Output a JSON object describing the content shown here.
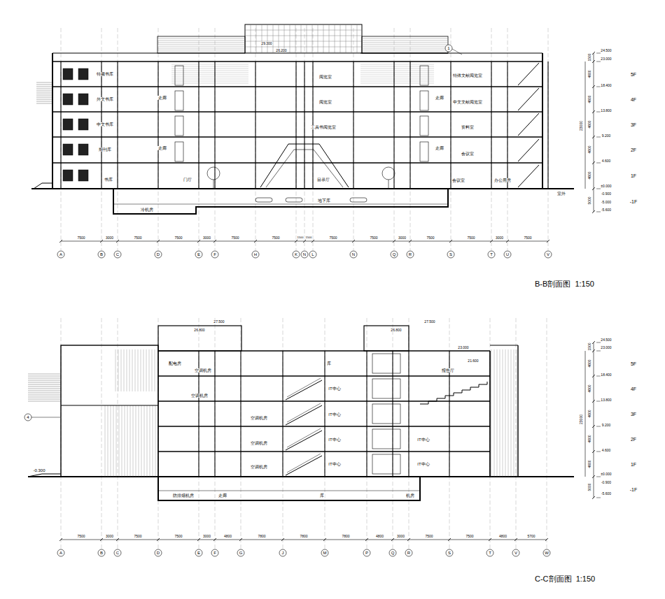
{
  "diagram": {
    "labels": [
      "B-B剖面图  1:150",
      "29.300",
      "26.200",
      "24.500",
      "23.000",
      "18.400",
      "13.800",
      "9.200",
      "4.600",
      "±0.000",
      "-0.900",
      "-5.000",
      "-5.600",
      "5F",
      "4F",
      "3F",
      "2F",
      "1F",
      "-1F",
      "1500",
      "4600",
      "4600",
      "4600",
      "4600",
      "4600",
      "5000",
      "23000",
      "特藏书库",
      "外文书库",
      "中文书库",
      "期刊库",
      "书库",
      "走廊",
      "走廊",
      "门厅",
      "阅览室",
      "阅览室",
      "工具书阅览室",
      "目录厅",
      "特殊文献阅览室",
      "中文文献阅览室",
      "资料室",
      "会议室",
      "会议室",
      "办公用房",
      "走廊",
      "走廊",
      "冷机房",
      "地下库",
      "室外",
      "1",
      "A",
      "B",
      "C",
      "D",
      "E",
      "F",
      "H",
      "K",
      "N",
      "L",
      "N",
      "Q",
      "R",
      "S",
      "T",
      "U",
      "V",
      "7500",
      "3000",
      "7500",
      "7500",
      "3000",
      "7500",
      "7500",
      "1500",
      "1500",
      "7500",
      "7500",
      "3000",
      "7500",
      "7500",
      "3000",
      "7500",
      "C-C剖面图  1:150",
      "27.500",
      "26.800",
      "27.500",
      "26.800",
      "23.000",
      "21.600",
      "24.500",
      "23.000",
      "18.400",
      "13.800",
      "9.200",
      "4.600",
      "±0.000",
      "-0.900",
      "-5.600",
      "5F",
      "4F",
      "3F",
      "2F",
      "1F",
      "-1F",
      "1500",
      "4600",
      "4600",
      "4600",
      "4600",
      "4600",
      "5000",
      "23000",
      "配电房",
      "空调机房",
      "空调机房",
      "空调机房",
      "空调机房",
      "空调机房",
      "库",
      "IT中心",
      "IT中心",
      "IT中心",
      "IT中心",
      "报告厅",
      "IT中心",
      "IT中心",
      "防排烟机房",
      "走廊",
      "库",
      "机房",
      "-0.300",
      "4",
      "A",
      "B",
      "C",
      "D",
      "E",
      "F",
      "G",
      "J",
      "M",
      "P",
      "Q",
      "R",
      "S",
      "T",
      "V",
      "W",
      "7500",
      "3000",
      "7500",
      "7500",
      "3000",
      "4800",
      "7800",
      "7800",
      "7800",
      "4800",
      "3000",
      "7500",
      "7500",
      "4800",
      "5700"
    ]
  }
}
